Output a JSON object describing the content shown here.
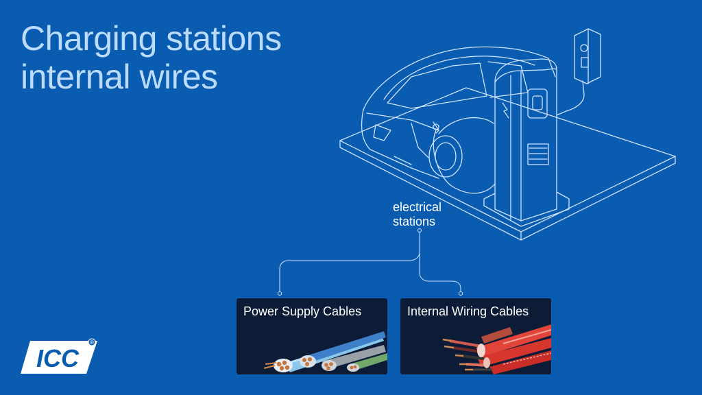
{
  "title": {
    "line1": "Charging stations",
    "line2": "internal wires"
  },
  "station_label": {
    "line1": "electrical",
    "line2": "stations"
  },
  "cards": [
    {
      "label": "Power Supply Cables"
    },
    {
      "label": "Internal Wiring Cables"
    }
  ],
  "logo": {
    "text": "ICC",
    "registered": "®"
  },
  "colors": {
    "background": "#0a5cb0",
    "title": "#bcdcff",
    "line": "#cfe4ff",
    "card_bg": "#0c1c36"
  }
}
